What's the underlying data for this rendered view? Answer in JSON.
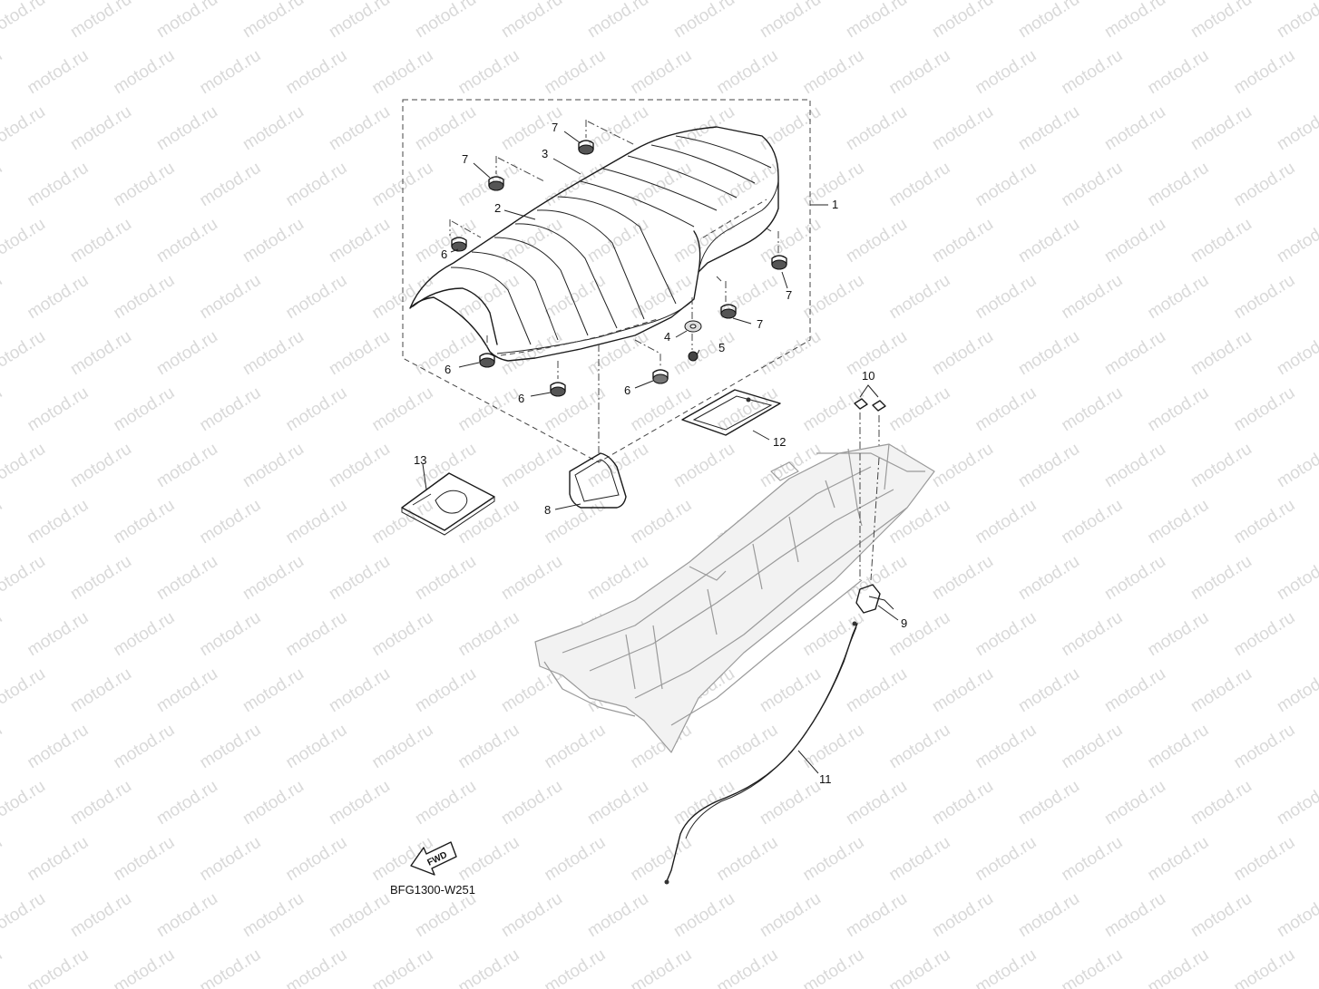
{
  "watermark": {
    "text": "motod.ru"
  },
  "diagram_code": "BFG1300-W251",
  "fwd_label": "FWD",
  "callouts": {
    "c1": "1",
    "c2": "2",
    "c3": "3",
    "c4": "4",
    "c5": "5",
    "c6": "6",
    "c7": "7",
    "c8": "8",
    "c9": "9",
    "c10": "10",
    "c11": "11",
    "c12": "12",
    "c13": "13"
  }
}
